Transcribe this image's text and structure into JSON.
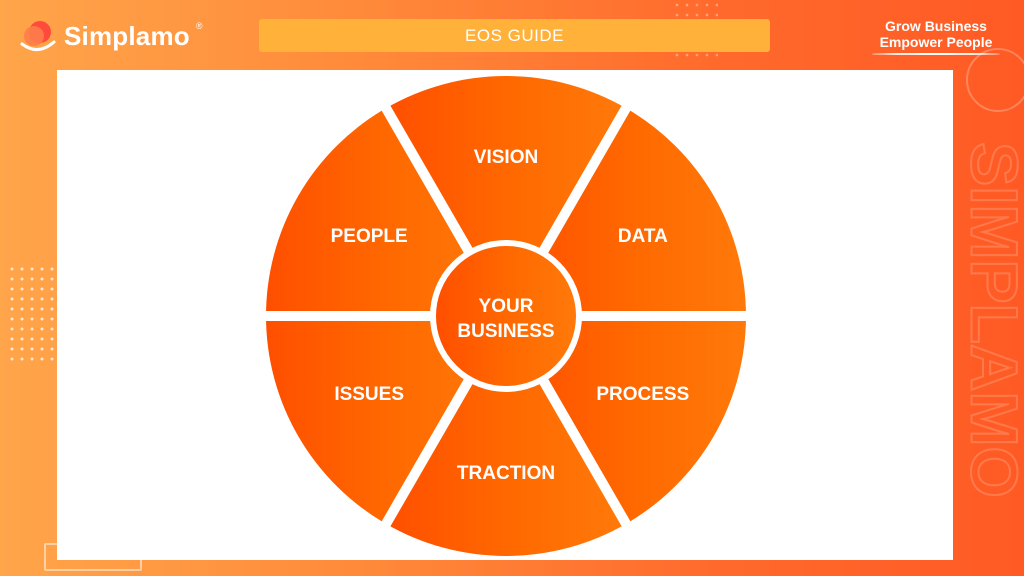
{
  "header": {
    "brand": "Simplamo",
    "brand_reg": "®",
    "title": "EOS GUIDE",
    "tagline_line1": "Grow Business",
    "tagline_line2": "Empower People"
  },
  "diagram": {
    "segments": [
      {
        "label": "VISION"
      },
      {
        "label": "DATA"
      },
      {
        "label": "PROCESS"
      },
      {
        "label": "TRACTION"
      },
      {
        "label": "ISSUES"
      },
      {
        "label": "PEOPLE"
      }
    ],
    "center": {
      "line1": "YOUR",
      "line2": "BUSINESS"
    }
  },
  "watermark": "SIMPLAMO",
  "colors": {
    "accent": "#ff6a00",
    "accent_dark": "#ff4e00",
    "accent_light": "#ff7a0a",
    "title_bar": "#ffb139"
  }
}
